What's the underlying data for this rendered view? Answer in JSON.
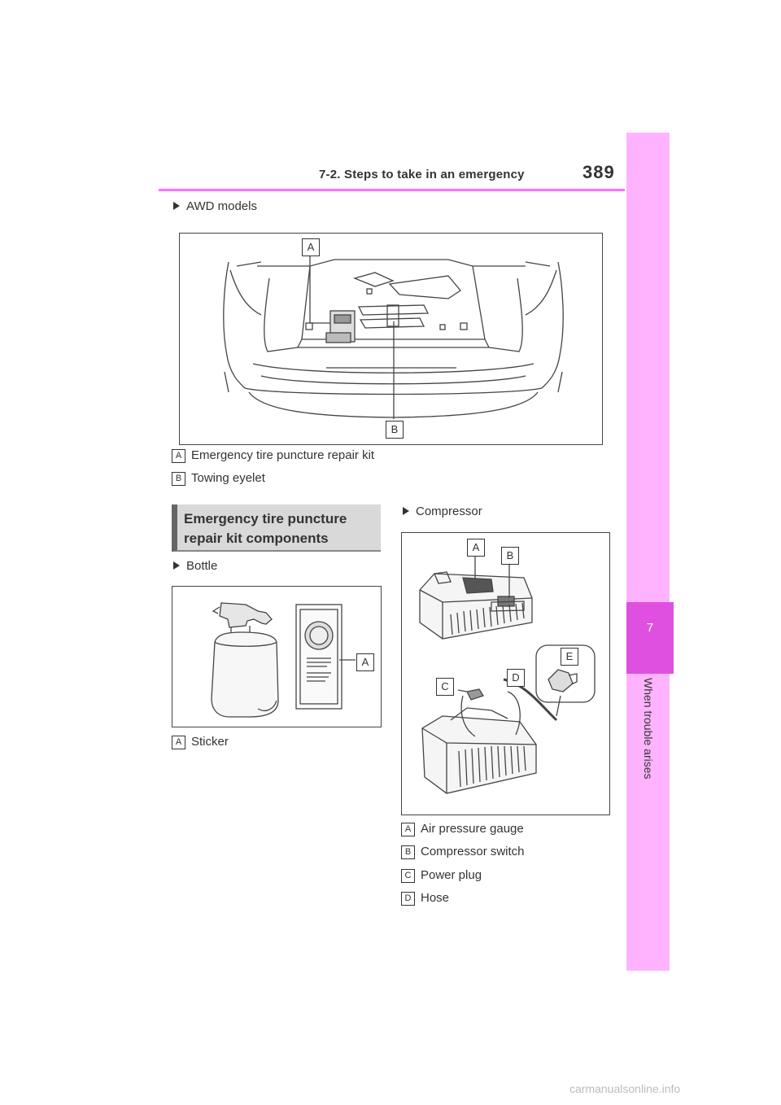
{
  "header": {
    "title": "7-2. Steps to take in an emergency",
    "page_number": "389"
  },
  "side_tab": {
    "chapter_number": "7",
    "chapter_title": "When trouble arises"
  },
  "awd": {
    "bullet": "AWD models",
    "figure_labels": [
      "A",
      "B"
    ],
    "callouts": [
      {
        "key": "A",
        "text": "Emergency tire puncture repair kit"
      },
      {
        "key": "B",
        "text": "Towing eyelet"
      }
    ]
  },
  "section": {
    "heading_line1": "Emergency tire puncture",
    "heading_line2": "repair kit components"
  },
  "bottle": {
    "bullet": "Bottle",
    "figure_labels": [
      "A"
    ],
    "callouts": [
      {
        "key": "A",
        "text": "Sticker"
      }
    ]
  },
  "compressor": {
    "bullet": "Compressor",
    "figure_labels": [
      "A",
      "B",
      "C",
      "D",
      "E"
    ],
    "callouts": [
      {
        "key": "A",
        "text": "Air pressure gauge"
      },
      {
        "key": "B",
        "text": "Compressor switch"
      },
      {
        "key": "C",
        "text": "Power plug"
      },
      {
        "key": "D",
        "text": "Hose"
      }
    ]
  },
  "footer": {
    "watermark": "carmanualsonline.info"
  }
}
